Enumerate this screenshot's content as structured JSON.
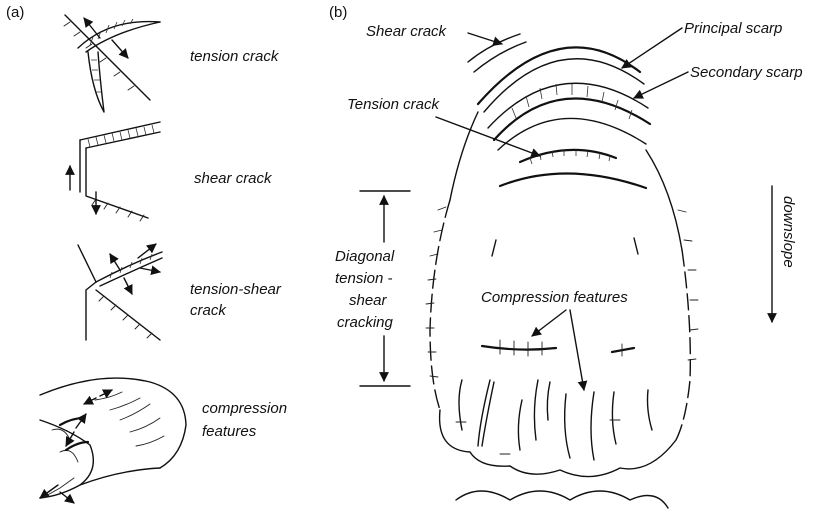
{
  "panel_a": {
    "tag": "(a)",
    "items": [
      {
        "label": "tension crack"
      },
      {
        "label": "shear crack"
      },
      {
        "label_line1": "tension-shear",
        "label_line2": "crack"
      },
      {
        "label_line1": "compression",
        "label_line2": "features"
      }
    ]
  },
  "panel_b": {
    "tag": "(b)",
    "labels": {
      "shear_crack": "Shear crack",
      "principal_scarp": "Principal scarp",
      "secondary_scarp": "Secondary scarp",
      "tension_crack": "Tension crack",
      "diagonal_1": "Diagonal",
      "diagonal_2": "tension -",
      "diagonal_3": "shear",
      "diagonal_4": "cracking",
      "compression_features": "Compression features",
      "downslope": "downslope"
    }
  }
}
